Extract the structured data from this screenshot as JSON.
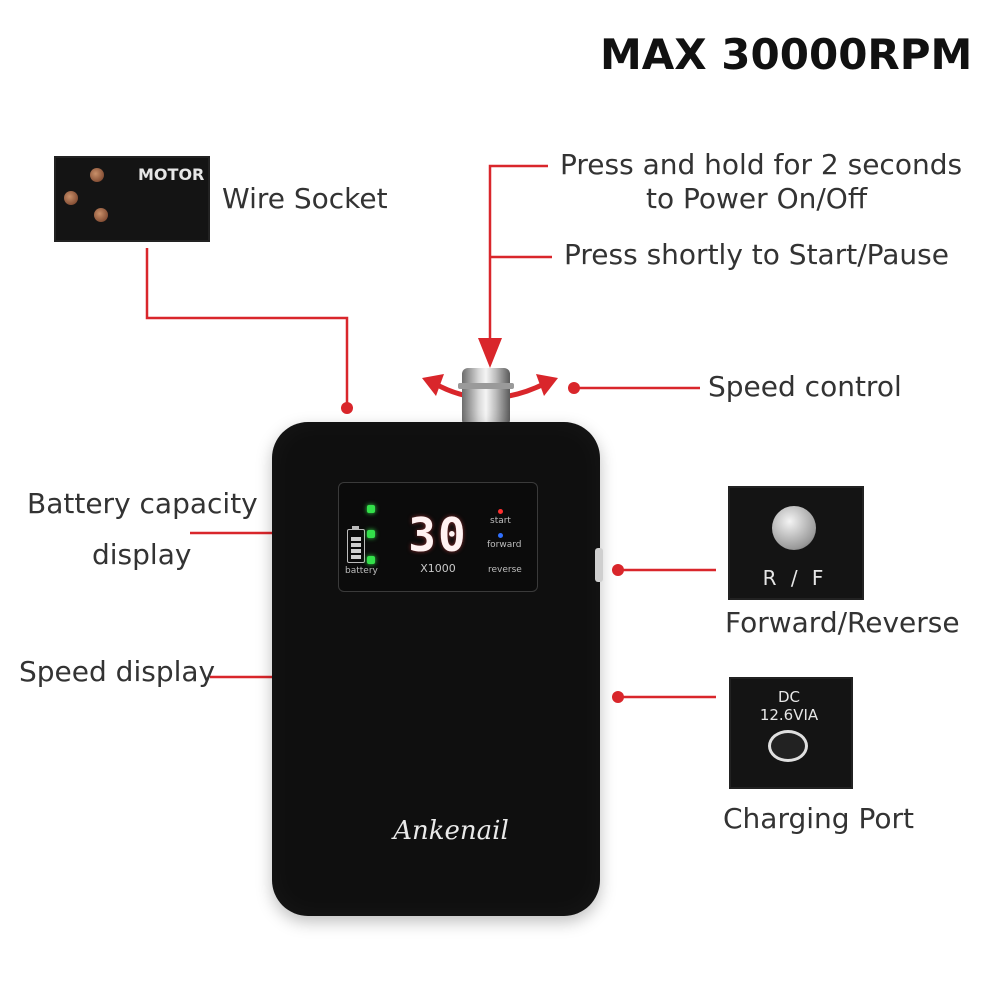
{
  "header": {
    "title": "MAX 30000RPM"
  },
  "labels": {
    "wire_socket": "Wire Socket",
    "power_line1": "Press and hold for 2 seconds",
    "power_line2": "to Power On/Off",
    "start_pause": "Press shortly to Start/Pause",
    "speed_control": "Speed control",
    "battery_line1": "Battery capacity",
    "battery_line2": "display",
    "speed_display": "Speed display",
    "forward_reverse": "Forward/Reverse",
    "charging_port": "Charging Port"
  },
  "device": {
    "brand": "Ankenail",
    "display_value": "30",
    "display_multiplier": "X1000",
    "battery_label": "battery",
    "start_label": "start",
    "forward_label": "forward",
    "reverse_label": "reverse"
  },
  "insets": {
    "motor_text": "MOTOR",
    "rf_text": "R / F",
    "dc_line1": "DC",
    "dc_line2": "12.6VIA"
  },
  "colors": {
    "callout": "#d9262b",
    "led_green": "#33e04a",
    "device_body": "#0f0f0f"
  },
  "icons": [
    "battery-icon",
    "rotate-arrows-icon",
    "press-arrow-icon"
  ]
}
